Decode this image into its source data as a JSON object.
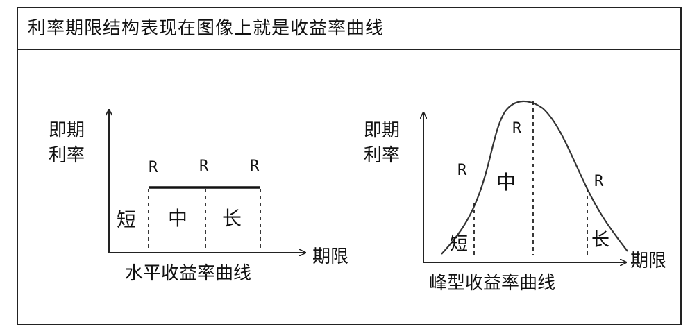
{
  "title": "利率期限结构表现在图像上就是收益率曲线",
  "left_panel": {
    "y_axis_label_line1": "即期",
    "y_axis_label_line2": "利率",
    "x_axis_label": "期限",
    "rate_marks": [
      "R",
      "R",
      "R"
    ],
    "segments": [
      "短",
      "中",
      "长"
    ],
    "caption": "水平收益率曲线"
  },
  "right_panel": {
    "y_axis_label_line1": "即期",
    "y_axis_label_line2": "利率",
    "x_axis_label": "期限",
    "rate_marks": [
      "R",
      "R",
      "R"
    ],
    "segments": [
      "短",
      "中",
      "长"
    ],
    "caption": "峰型收益率曲线"
  }
}
